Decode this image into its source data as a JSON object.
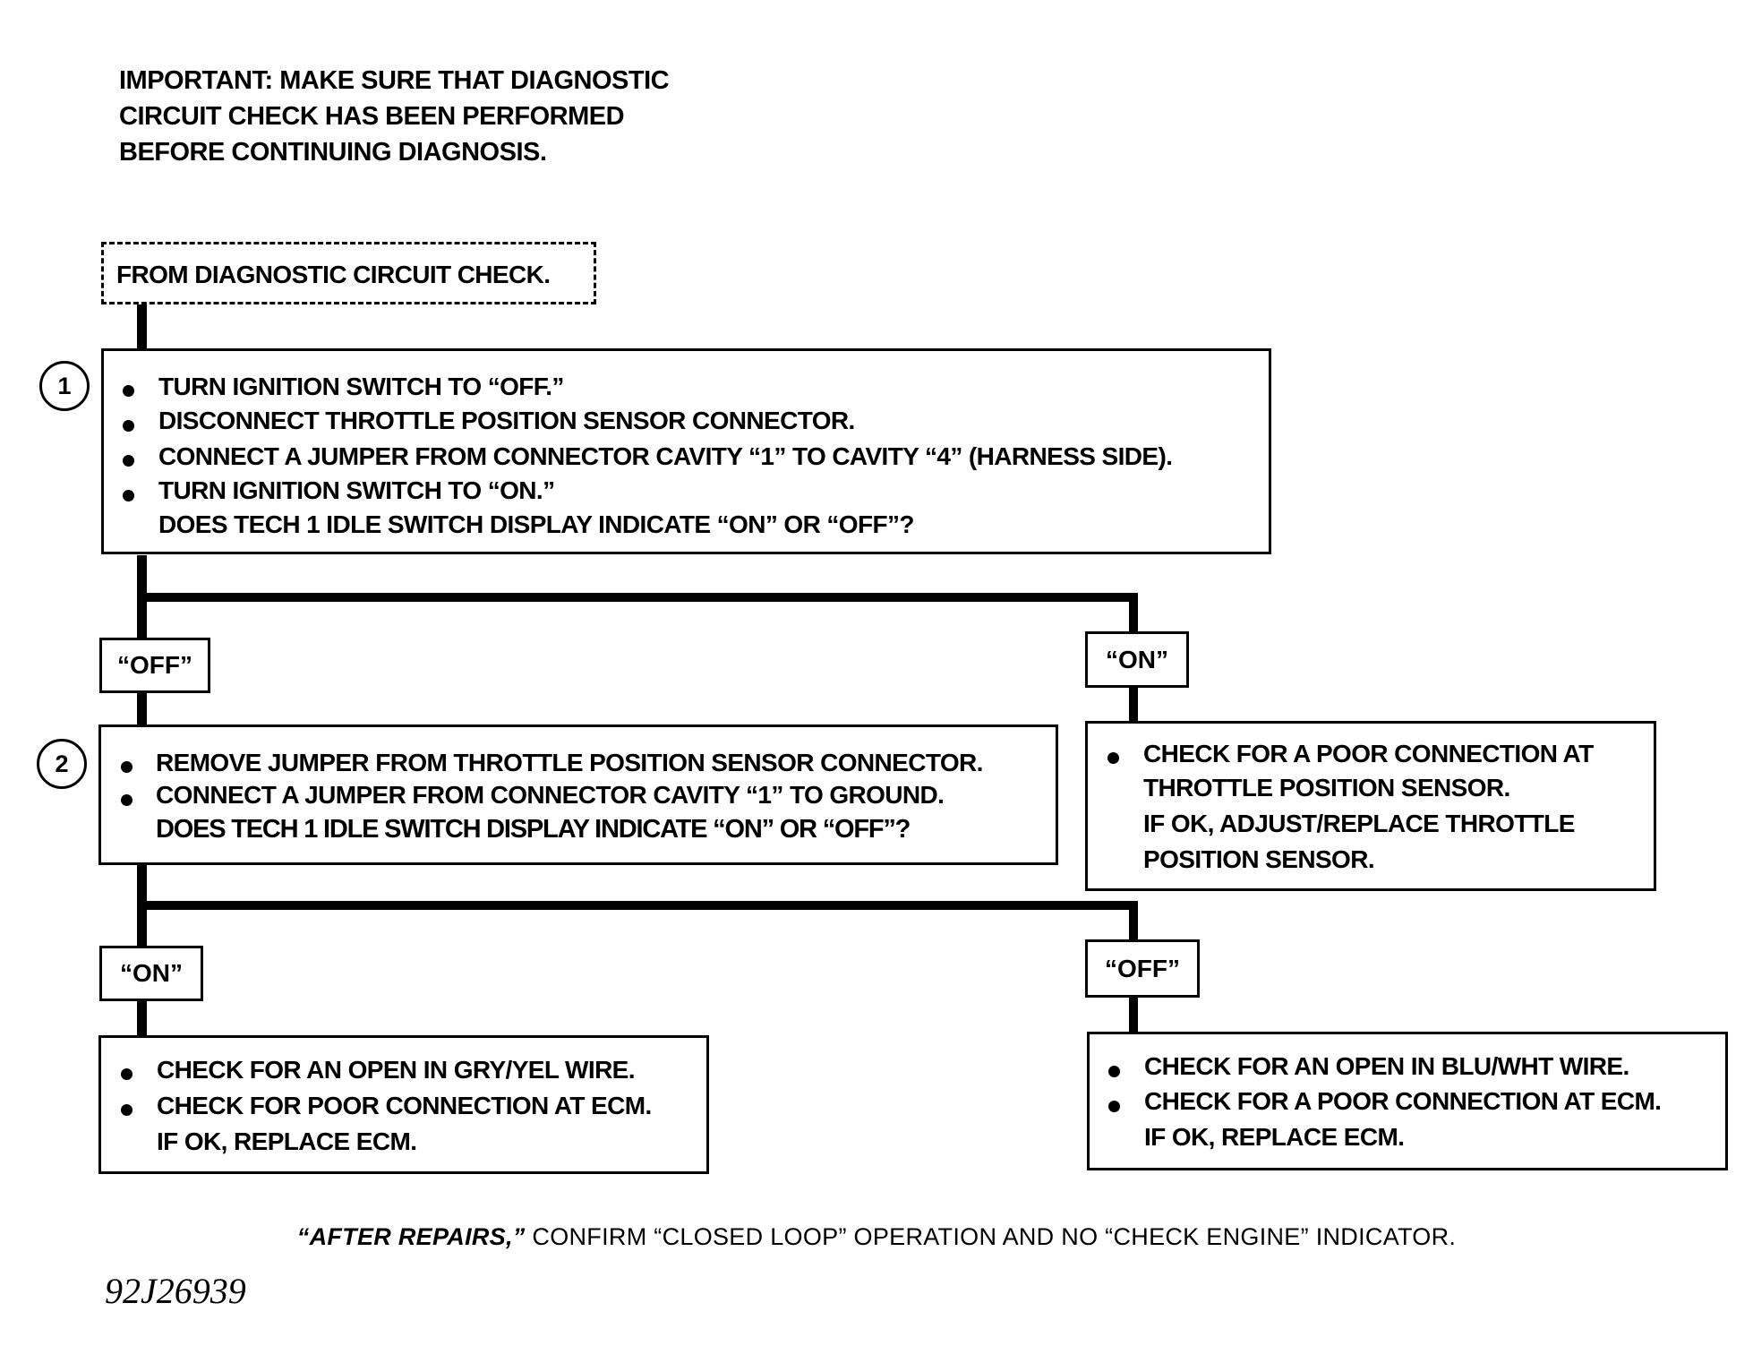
{
  "important": {
    "line1": "IMPORTANT:  MAKE SURE THAT DIAGNOSTIC",
    "line2": "CIRCUIT CHECK HAS BEEN PERFORMED",
    "line3": "BEFORE CONTINUING DIAGNOSIS."
  },
  "start_box": "FROM DIAGNOSTIC CIRCUIT CHECK.",
  "step1": {
    "number": "1",
    "bullets": [
      "TURN IGNITION SWITCH TO “OFF.”",
      "DISCONNECT THROTTLE POSITION SENSOR CONNECTOR.",
      "CONNECT A JUMPER FROM CONNECTOR CAVITY “1” TO CAVITY “4” (HARNESS SIDE).",
      "TURN IGNITION SWITCH TO “ON.”"
    ],
    "question": "DOES TECH 1 IDLE SWITCH DISPLAY INDICATE “ON” OR “OFF”?"
  },
  "branch1": {
    "left_label": "“OFF”",
    "right_label": "“ON”"
  },
  "step2": {
    "number": "2",
    "bullets": [
      "REMOVE JUMPER FROM THROTTLE POSITION SENSOR CONNECTOR.",
      "CONNECT A JUMPER FROM CONNECTOR CAVITY “1” TO GROUND."
    ],
    "question": "DOES TECH 1 IDLE SWITCH DISPLAY INDICATE “ON” OR “OFF”?"
  },
  "on_result_box": {
    "bullet": "CHECK FOR A POOR CONNECTION AT",
    "lines": [
      "THROTTLE POSITION SENSOR.",
      "IF OK, ADJUST/REPLACE THROTTLE",
      "POSITION SENSOR."
    ]
  },
  "branch2": {
    "left_label": "“ON”",
    "right_label": "“OFF”"
  },
  "result_left": {
    "bullets": [
      "CHECK FOR AN OPEN IN GRY/YEL WIRE.",
      "CHECK FOR POOR CONNECTION AT ECM."
    ],
    "tail": "IF OK, REPLACE ECM."
  },
  "result_right": {
    "bullets": [
      "CHECK FOR AN OPEN IN BLU/WHT WIRE.",
      "CHECK FOR A POOR CONNECTION AT ECM."
    ],
    "tail": "IF OK, REPLACE ECM."
  },
  "footer": {
    "emphasis": "“AFTER REPAIRS,”",
    "text": " CONFIRM “CLOSED LOOP” OPERATION AND NO “CHECK ENGINE” INDICATOR."
  },
  "figure_id": "92J26939"
}
